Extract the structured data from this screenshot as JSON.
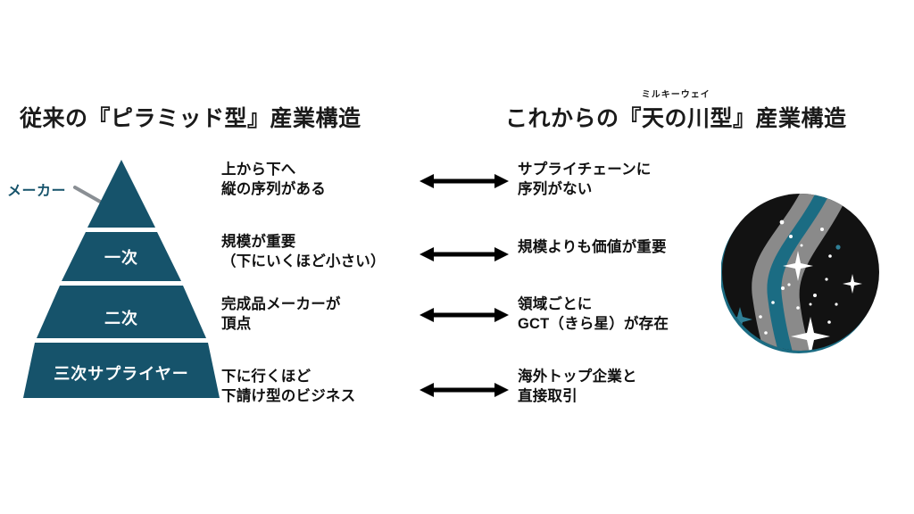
{
  "slide": {
    "background_color": "#ffffff",
    "accent_color": "#16536b",
    "text_color": "#111111"
  },
  "left_panel": {
    "title": "従来の『ピラミッド型』産業構造",
    "callout": {
      "label": "メーカー"
    },
    "pyramid": {
      "fill_color": "#16536b",
      "tiers": [
        {
          "label": ""
        },
        {
          "label": "一次"
        },
        {
          "label": "二次"
        },
        {
          "label": "三次サプライヤー"
        }
      ]
    },
    "points": [
      {
        "line1": "上から下へ",
        "line2": "縦の序列がある"
      },
      {
        "line1": "規模が重要",
        "line2": "（下にいくほど小さい）"
      },
      {
        "line1": "完成品メーカーが",
        "line2": "頂点"
      },
      {
        "line1": "下に行くほど",
        "line2": "下請け型のビジネス"
      }
    ]
  },
  "right_panel": {
    "title_prefix": "これからの『",
    "title_ruby_base": "天の川",
    "title_ruby_text": "ミルキーウェイ",
    "title_suffix": "型』産業構造",
    "points": [
      {
        "line1": "サプライチェーンに",
        "line2": "序列がない"
      },
      {
        "line1": "規模よりも価値が重要",
        "line2": ""
      },
      {
        "line1": "領域ごとに",
        "line2": "GCT（きら星）が存在"
      },
      {
        "line1": "海外トップ企業と",
        "line2": "直接取引"
      }
    ],
    "galaxy": {
      "circle_color": "#121212",
      "band_teal": "#1b6c83",
      "band_gray": "#8a8a8a",
      "star_color": "#ffffff"
    }
  },
  "connectors": {
    "arrow_color": "#000000",
    "arrow_name": "double-headed-arrow",
    "count": 4
  }
}
